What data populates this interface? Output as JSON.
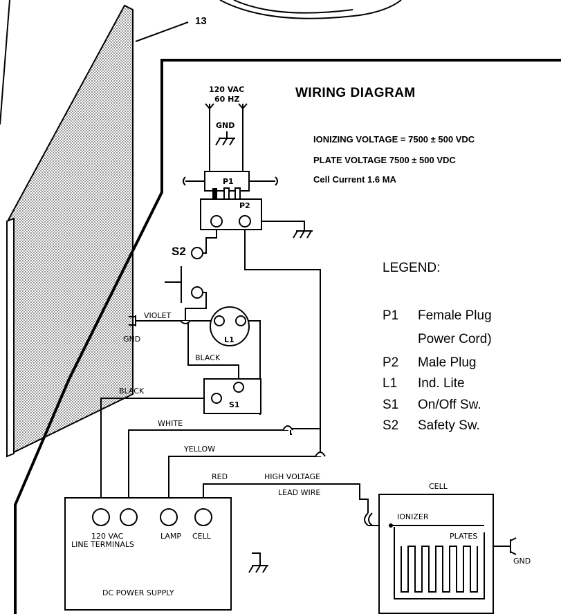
{
  "title": "WIRING DIAGRAM",
  "callout_number": "13",
  "specs": {
    "ionizing_voltage": "IONIZING VOLTAGE = 7500 ± 500 VDC",
    "plate_voltage": "PLATE VOLTAGE 7500 ± 500 VDC",
    "cell_current": "Cell Current 1.6 MA"
  },
  "mains": {
    "voltage": "120 VAC",
    "frequency": "60 HZ",
    "gnd": "GND"
  },
  "components": {
    "p1": "P1",
    "p2": "P2",
    "s2": "S2",
    "l1": "L1",
    "s1": "S1",
    "cell_box": "CELL",
    "ionizer": "IONIZER",
    "plates": "PLATES",
    "power_supply": "DC POWER SUPPLY"
  },
  "terminals": {
    "line": "120 VAC",
    "line_sub": "LINE TERMINALS",
    "lamp": "LAMP",
    "cell": "CELL"
  },
  "wires": {
    "violet": "VIOLET",
    "black1": "BLACK",
    "black2": "BLACK",
    "white": "WHITE",
    "yellow": "YELLOW",
    "red": "RED",
    "hv_1": "HIGH VOLTAGE",
    "hv_2": "LEAD WIRE"
  },
  "grounds": {
    "violet_gnd": "GND",
    "cell_gnd": "GND"
  },
  "legend": {
    "heading": "LEGEND:",
    "items": [
      {
        "code": "P1",
        "desc": "Female Plug",
        "desc2": "Power Cord)"
      },
      {
        "code": "P2",
        "desc": "Male Plug"
      },
      {
        "code": "L1",
        "desc": "Ind. Lite"
      },
      {
        "code": "S1",
        "desc": "On/Off Sw."
      },
      {
        "code": "S2",
        "desc": "Safety Sw."
      }
    ]
  }
}
